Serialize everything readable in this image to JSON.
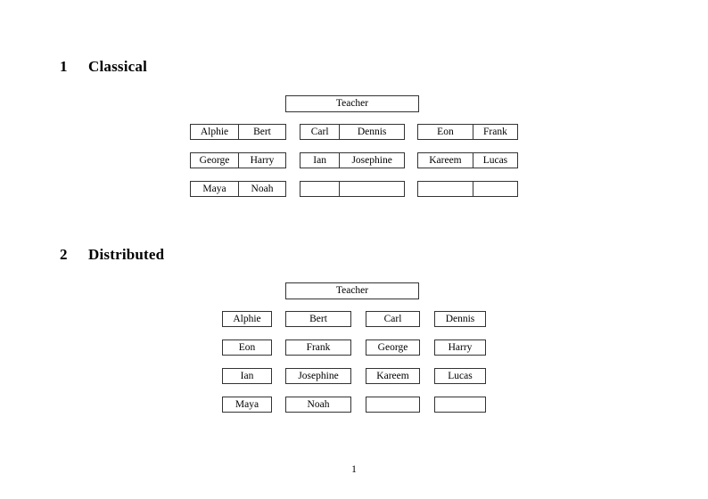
{
  "document": {
    "page_number": "1"
  },
  "sections": [
    {
      "number": "1",
      "title": "Classical",
      "root": {
        "label": "Teacher"
      },
      "groups": [
        {
          "rows": [
            {
              "cells": [
                "Alphie",
                "Bert"
              ]
            },
            {
              "cells": [
                "George",
                "Harry"
              ]
            },
            {
              "cells": [
                "Maya",
                "Noah"
              ]
            }
          ]
        },
        {
          "rows": [
            {
              "cells": [
                "Carl",
                "Dennis"
              ]
            },
            {
              "cells": [
                "Ian",
                "Josephine"
              ]
            },
            {
              "cells": [
                "",
                ""
              ]
            }
          ]
        },
        {
          "rows": [
            {
              "cells": [
                "Eon",
                "Frank"
              ]
            },
            {
              "cells": [
                "Kareem",
                "Lucas"
              ]
            },
            {
              "cells": [
                "",
                ""
              ]
            }
          ]
        }
      ]
    },
    {
      "number": "2",
      "title": "Distributed",
      "root": {
        "label": "Teacher"
      },
      "rows": [
        {
          "cells": [
            "Alphie",
            "Bert",
            "Carl",
            "Dennis"
          ]
        },
        {
          "cells": [
            "Eon",
            "Frank",
            "George",
            "Harry"
          ]
        },
        {
          "cells": [
            "Ian",
            "Josephine",
            "Kareem",
            "Lucas"
          ]
        },
        {
          "cells": [
            "Maya",
            "Noah",
            "",
            ""
          ]
        }
      ]
    }
  ]
}
